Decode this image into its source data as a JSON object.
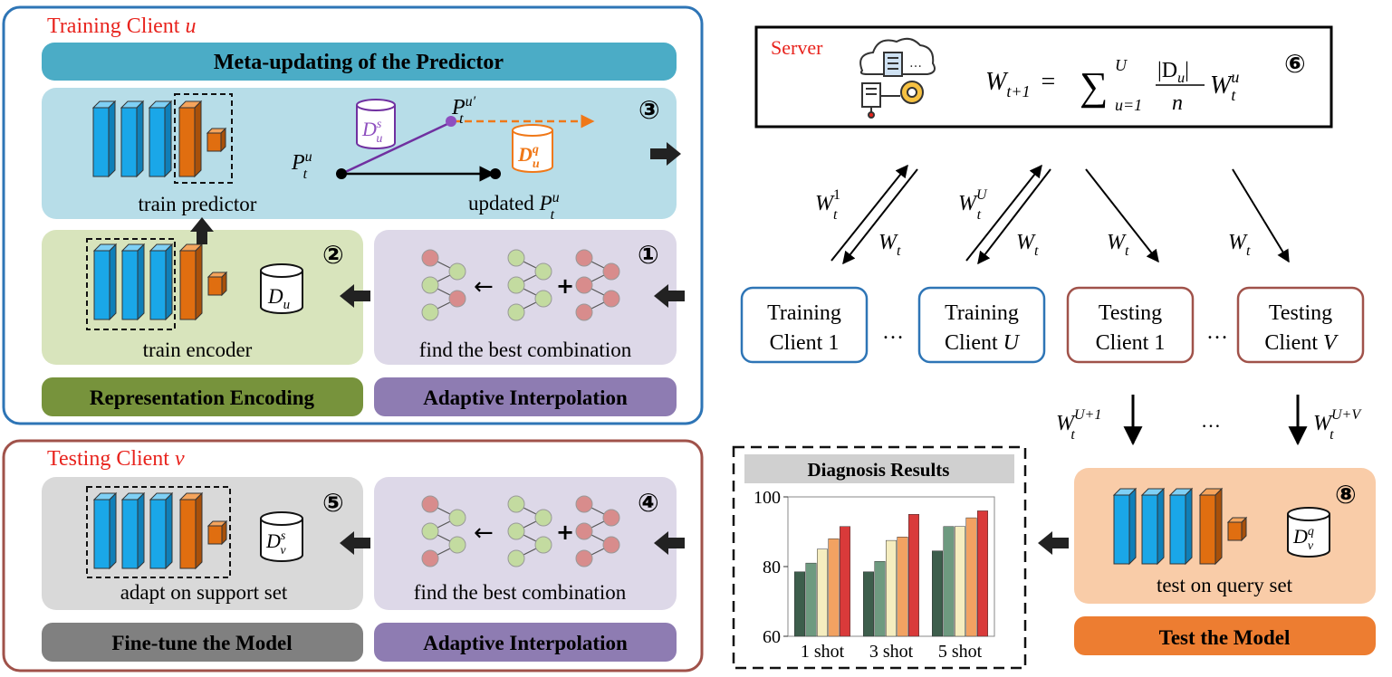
{
  "colors": {
    "blue_layer": "#1aa7e8",
    "orange_layer": "#e06e10",
    "red_text": "#e8231d",
    "training_border": "#2e75b6",
    "testing_border": "#a0524a",
    "meta_bar": "#4bacc6",
    "meta_panel": "#b7dde8",
    "encode_panel": "#d8e4bc",
    "encode_bar": "#77933c",
    "interp_panel": "#ddd8e8",
    "interp_bar": "#8e7cb2",
    "finetune_panel": "#d9d9d9",
    "finetune_bar": "#808080",
    "test_panel": "#f9cca8",
    "test_bar": "#ed7d31",
    "node_green": "#c3dba0",
    "node_red": "#d88c8c",
    "purple_arrow": "#7030a0",
    "orange_dashed": "#f07818"
  },
  "training": {
    "title_prefix": "Training Client ",
    "title_var": "u",
    "meta_bar": "Meta-updating of the Predictor",
    "train_predictor": "train predictor",
    "updated_label": "updated ",
    "p_label": "P",
    "p_sup": "u",
    "p_sub": "t",
    "p_prime_sup": "u′",
    "d_label": "D",
    "d_support_sup": "s",
    "d_query_sup": "q",
    "d_sub": "u",
    "step3": "③",
    "step2": "②",
    "step1": "①",
    "train_encoder": "train encoder",
    "find_best": "find the best combination",
    "rep_bar": "Representation Encoding",
    "interp_bar": "Adaptive Interpolation"
  },
  "testing": {
    "title_prefix": "Testing Client ",
    "title_var": "v",
    "step5": "⑤",
    "step4": "④",
    "adapt": "adapt on support set",
    "find_best": "find the best combination",
    "finetune_bar": "Fine-tune the Model",
    "interp_bar": "Adaptive Interpolation",
    "d_label": "D",
    "d_sup": "s",
    "d_sub": "v"
  },
  "server": {
    "label": "Server",
    "formula_lhs": "W",
    "formula_lhs_sub": "t+1",
    "formula_eq": "=",
    "sum": "∑",
    "sum_top": "U",
    "sum_bottom": "u=1",
    "frac_num": "|D",
    "frac_num_sub": "u",
    "frac_num_end": "|",
    "frac_den": "n",
    "w": "W",
    "w_sub": "t",
    "w_sup": "u",
    "step6": "⑥"
  },
  "comm": {
    "w": "W",
    "t": "t",
    "sup1": "1",
    "supU": "U",
    "supU1": "U+1",
    "supUV": "U+V",
    "dots": "…"
  },
  "clients": [
    {
      "line1": "Training",
      "line2": "Client ",
      "var": "1",
      "italic": false,
      "kind": "training"
    },
    {
      "line1": "Training",
      "line2": "Client ",
      "var": "U",
      "italic": true,
      "kind": "training"
    },
    {
      "line1": "Testing",
      "line2": "Client ",
      "var": "1",
      "italic": false,
      "kind": "testing"
    },
    {
      "line1": "Testing",
      "line2": "Client ",
      "var": "V",
      "italic": true,
      "kind": "testing"
    }
  ],
  "test_model": {
    "step8": "⑧",
    "caption": "test on query set",
    "bar": "Test the Model",
    "d_label": "D",
    "d_sup": "q",
    "d_sub": "v"
  },
  "chart_data": {
    "type": "bar",
    "title": "Diagnosis Results",
    "categories": [
      "1 shot",
      "3 shot",
      "5 shot"
    ],
    "series": [
      {
        "color": "#3d5e4c",
        "values": [
          78.5,
          78.5,
          84.5
        ]
      },
      {
        "color": "#6e9a80",
        "values": [
          81,
          81.5,
          91.5
        ]
      },
      {
        "color": "#f5edbf",
        "values": [
          85,
          87.5,
          91.5
        ]
      },
      {
        "color": "#f2a262",
        "values": [
          88,
          88.5,
          94
        ]
      },
      {
        "color": "#d93a3a",
        "values": [
          91.5,
          95,
          96
        ]
      }
    ],
    "ylim": [
      60,
      100
    ],
    "yticks": [
      60,
      80,
      100
    ],
    "xlabel": "",
    "ylabel": ""
  }
}
